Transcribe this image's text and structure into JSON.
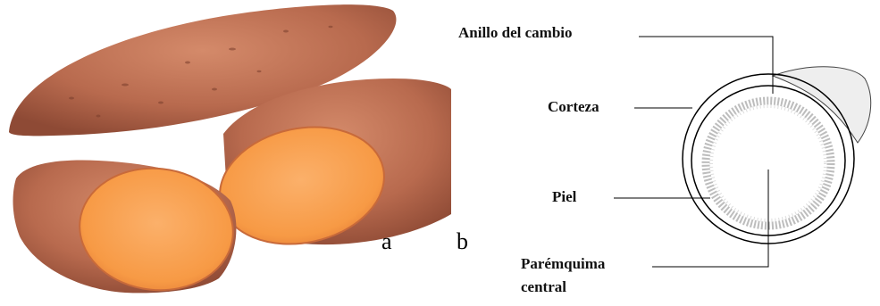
{
  "panels": {
    "a": {
      "letter": "a"
    },
    "b": {
      "letter": "b"
    }
  },
  "diagram": {
    "labels": {
      "ring": "Anillo del cambio",
      "cortex": "Corteza",
      "skin": "Piel",
      "parenchyma": "Parémquima central"
    }
  },
  "colors": {
    "skin": "#b86a4e",
    "skin_dark": "#8e4a35",
    "flesh": "#f79a45",
    "flesh_light": "#fbb06a",
    "line": "#000000"
  }
}
